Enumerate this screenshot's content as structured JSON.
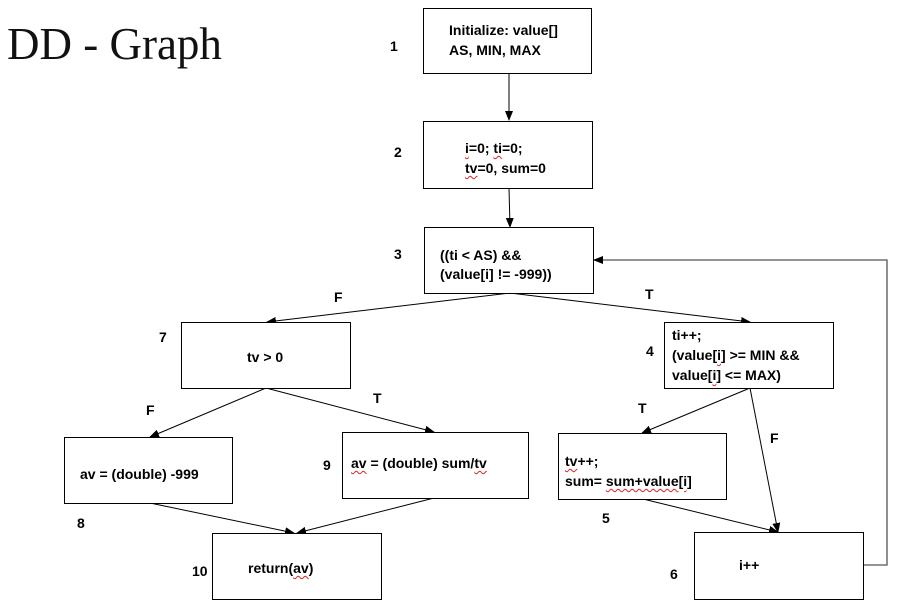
{
  "title": "DD - Graph",
  "nodes": [
    {
      "id": "1",
      "lines": [
        "Initialize: value[]",
        "AS, MIN, MAX"
      ]
    },
    {
      "id": "2",
      "lines": [
        "i=0; ti=0;",
        "tv=0, sum=0"
      ]
    },
    {
      "id": "3",
      "lines": [
        "((ti < AS) &&",
        "(value[i] != -999))"
      ]
    },
    {
      "id": "4",
      "lines": [
        "ti++;",
        "(value[i] >= MIN &&",
        "value[i] <= MAX)"
      ]
    },
    {
      "id": "5",
      "lines": [
        "tv++;",
        "sum= sum+value[i]"
      ]
    },
    {
      "id": "6",
      "lines": [
        "i++"
      ]
    },
    {
      "id": "7",
      "lines": [
        "tv > 0"
      ]
    },
    {
      "id": "8",
      "lines": [
        "av = (double) -999"
      ]
    },
    {
      "id": "9",
      "lines": [
        "av = (double) sum/tv"
      ]
    },
    {
      "id": "10",
      "lines": [
        "return(av)"
      ]
    }
  ],
  "edges": [
    {
      "from": "1",
      "to": "2",
      "label": ""
    },
    {
      "from": "2",
      "to": "3",
      "label": ""
    },
    {
      "from": "3",
      "to": "7",
      "label": "F"
    },
    {
      "from": "3",
      "to": "4",
      "label": "T"
    },
    {
      "from": "7",
      "to": "8",
      "label": "F"
    },
    {
      "from": "7",
      "to": "9",
      "label": "T"
    },
    {
      "from": "4",
      "to": "5",
      "label": "T"
    },
    {
      "from": "4",
      "to": "6",
      "label": "F"
    },
    {
      "from": "8",
      "to": "10",
      "label": ""
    },
    {
      "from": "9",
      "to": "10",
      "label": ""
    },
    {
      "from": "5",
      "to": "6",
      "label": ""
    },
    {
      "from": "6",
      "to": "3",
      "label": ""
    }
  ]
}
